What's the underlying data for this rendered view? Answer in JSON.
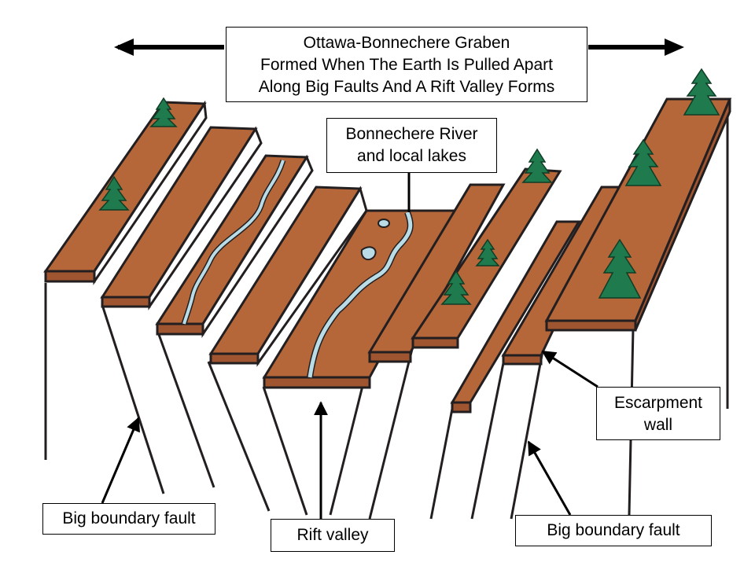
{
  "title": {
    "line1": "Ottawa-Bonnechere Graben",
    "line2": "Formed When The Earth Is Pulled Apart",
    "line3": "Along Big Faults And A Rift Valley Forms"
  },
  "labels": {
    "river_line1": "Bonnechere River",
    "river_line2": "and local lakes",
    "escarpment_line1": "Escarpment",
    "escarpment_line2": "wall",
    "boundary_fault_left": "Big boundary fault",
    "rift_valley": "Rift valley",
    "boundary_fault_right": "Big boundary fault"
  },
  "colors": {
    "block_top": "#b5673a",
    "block_edge": "#9e5530",
    "outline": "#231f20",
    "river": "#b9dce6",
    "tree": "#1f7a4d",
    "arrow": "#000000"
  },
  "icons": {
    "tree": "tree-icon",
    "extension_arrow": "double-arrow-icon"
  }
}
